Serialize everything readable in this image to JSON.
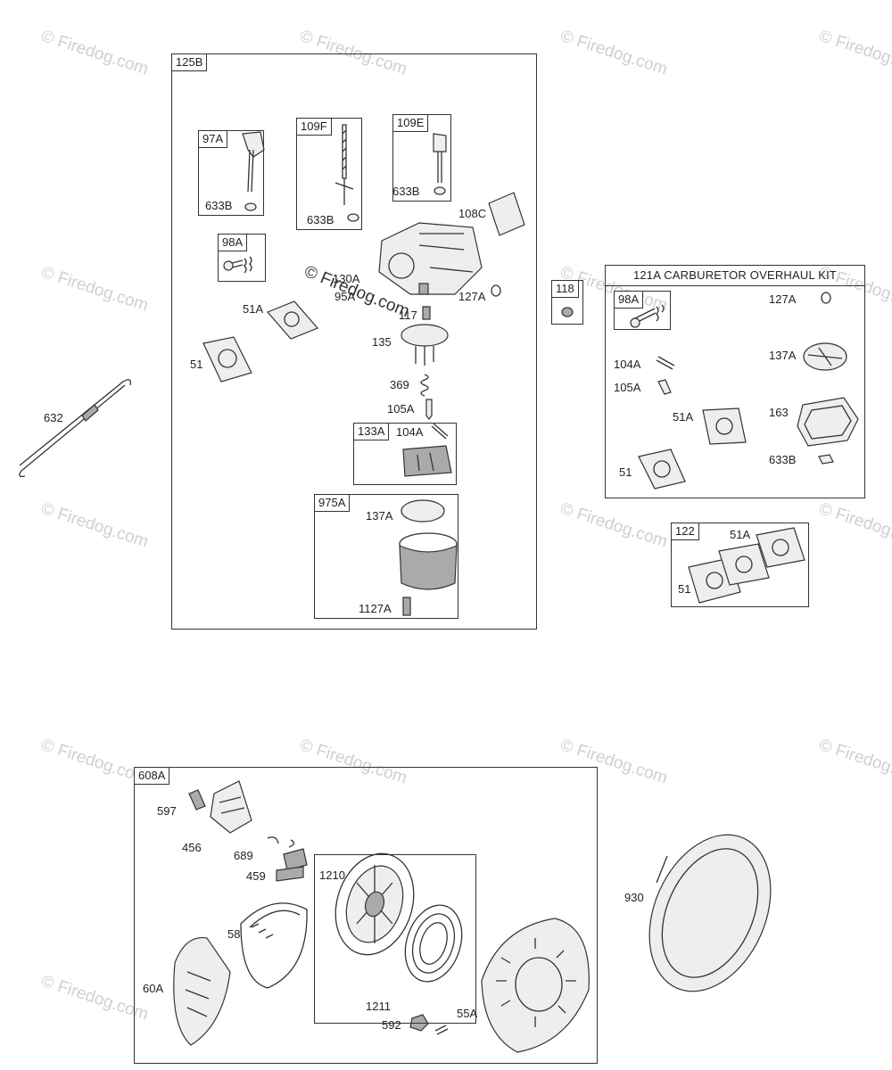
{
  "watermarks": [
    "© Firedog.com",
    "© Firedog.com",
    "© Firedog.com",
    "© Firedog.com",
    "© Firedog.com",
    "© Firedog.com",
    "© Firedog.com",
    "© Firedog.com",
    "© Firedog.com",
    "© Firedog.com",
    "© Firedog.com",
    "© Firedog.com",
    "© Firedog.com",
    "© Firedog.com",
    "© Firedog.com"
  ],
  "main_watermark": "© Firedog.com",
  "groups": {
    "g125B": "125B",
    "g97A": "97A",
    "g109F": "109F",
    "g109E": "109E",
    "g98A": "98A",
    "g133A": "133A",
    "g975A": "975A",
    "g118": "118",
    "g121A_title": "121A CARBURETOR OVERHAUL KIT",
    "g121A_98A": "98A",
    "g122": "122",
    "g608A": "608A"
  },
  "labels": {
    "l633B_1": "633B",
    "l633B_2": "633B",
    "l633B_3": "633B",
    "l108C": "108C",
    "l130A": "130A",
    "l95A": "95A",
    "l127A": "127A",
    "l51A": "51A",
    "l117": "117",
    "l51": "51",
    "l135": "135",
    "l369": "369",
    "l105A": "105A",
    "l104A": "104A",
    "l137A": "137A",
    "l1127A": "1127A",
    "l632": "632",
    "k127A": "127A",
    "k137A": "137A",
    "k104A": "104A",
    "k105A": "105A",
    "k51A": "51A",
    "k163": "163",
    "k51": "51",
    "k633B": "633B",
    "r51A": "51A",
    "r51": "51",
    "s597": "597",
    "s456": "456",
    "s689": "689",
    "s459": "459",
    "s1210": "1210",
    "s58": "58",
    "s60A": "60A",
    "s1211": "1211",
    "s592": "592",
    "s55A": "55A",
    "s930": "930"
  }
}
